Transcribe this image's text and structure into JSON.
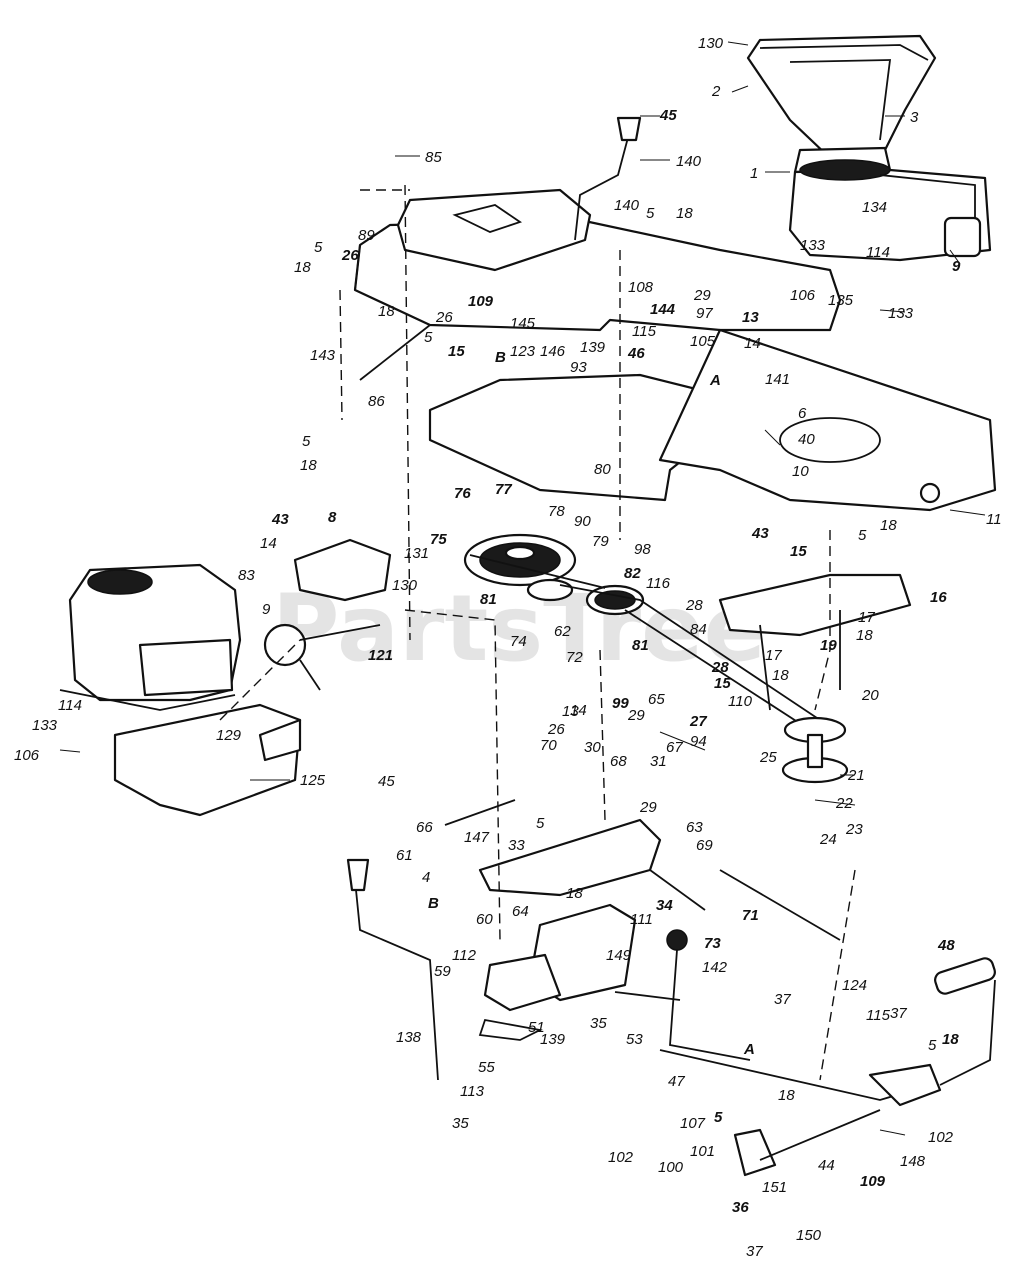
{
  "watermark": "PartsTree",
  "section_markers": [
    "A",
    "B"
  ],
  "callouts": [
    {
      "id": "c1",
      "text": "130"
    },
    {
      "id": "c2",
      "text": "2"
    },
    {
      "id": "c3",
      "text": "3"
    },
    {
      "id": "c4",
      "text": "45"
    },
    {
      "id": "c5",
      "text": "140"
    },
    {
      "id": "c6",
      "text": "85"
    },
    {
      "id": "c7",
      "text": "1"
    },
    {
      "id": "c8",
      "text": "134"
    },
    {
      "id": "c9",
      "text": "9"
    },
    {
      "id": "c10",
      "text": "114"
    },
    {
      "id": "c11",
      "text": "133"
    },
    {
      "id": "c12",
      "text": "106"
    },
    {
      "id": "c13",
      "text": "135"
    },
    {
      "id": "c14",
      "text": "133"
    },
    {
      "id": "c15",
      "text": "18"
    },
    {
      "id": "c16",
      "text": "5"
    },
    {
      "id": "c17",
      "text": "89"
    },
    {
      "id": "c18",
      "text": "26"
    },
    {
      "id": "c19",
      "text": "140"
    },
    {
      "id": "c20",
      "text": "5"
    },
    {
      "id": "c21",
      "text": "18"
    },
    {
      "id": "c22",
      "text": "109"
    },
    {
      "id": "c23",
      "text": "108"
    },
    {
      "id": "c24",
      "text": "29"
    },
    {
      "id": "c25",
      "text": "97"
    },
    {
      "id": "c26",
      "text": "13"
    },
    {
      "id": "c27",
      "text": "144"
    },
    {
      "id": "c28",
      "text": "115"
    },
    {
      "id": "c29",
      "text": "105"
    },
    {
      "id": "c30",
      "text": "14"
    },
    {
      "id": "c31",
      "text": "145"
    },
    {
      "id": "c32",
      "text": "123"
    },
    {
      "id": "c33",
      "text": "146"
    },
    {
      "id": "c34",
      "text": "139"
    },
    {
      "id": "c35",
      "text": "46"
    },
    {
      "id": "c36",
      "text": "18"
    },
    {
      "id": "c37",
      "text": "26"
    },
    {
      "id": "c38",
      "text": "5"
    },
    {
      "id": "c39",
      "text": "143"
    },
    {
      "id": "c40",
      "text": "15"
    },
    {
      "id": "c41",
      "text": "B"
    },
    {
      "id": "c42",
      "text": "93"
    },
    {
      "id": "c43",
      "text": "A"
    },
    {
      "id": "c44",
      "text": "141"
    },
    {
      "id": "c45",
      "text": "6"
    },
    {
      "id": "c46",
      "text": "40"
    },
    {
      "id": "c47",
      "text": "10"
    },
    {
      "id": "c48",
      "text": "86"
    },
    {
      "id": "c49",
      "text": "5"
    },
    {
      "id": "c50",
      "text": "18"
    },
    {
      "id": "c51",
      "text": "11"
    },
    {
      "id": "c52",
      "text": "43"
    },
    {
      "id": "c53",
      "text": "8"
    },
    {
      "id": "c54",
      "text": "14"
    },
    {
      "id": "c55",
      "text": "131"
    },
    {
      "id": "c56",
      "text": "76"
    },
    {
      "id": "c57",
      "text": "77"
    },
    {
      "id": "c58",
      "text": "80"
    },
    {
      "id": "c59",
      "text": "90"
    },
    {
      "id": "c60",
      "text": "78"
    },
    {
      "id": "c61",
      "text": "75"
    },
    {
      "id": "c62",
      "text": "79"
    },
    {
      "id": "c63",
      "text": "98"
    },
    {
      "id": "c64",
      "text": "82"
    },
    {
      "id": "c65",
      "text": "116"
    },
    {
      "id": "c66",
      "text": "43"
    },
    {
      "id": "c67",
      "text": "15"
    },
    {
      "id": "c68",
      "text": "5"
    },
    {
      "id": "c69",
      "text": "18"
    },
    {
      "id": "c70",
      "text": "16"
    },
    {
      "id": "c71",
      "text": "83"
    },
    {
      "id": "c72",
      "text": "9"
    },
    {
      "id": "c73",
      "text": "130"
    },
    {
      "id": "c74",
      "text": "121"
    },
    {
      "id": "c75",
      "text": "81"
    },
    {
      "id": "c76",
      "text": "74"
    },
    {
      "id": "c77",
      "text": "62"
    },
    {
      "id": "c78",
      "text": "72"
    },
    {
      "id": "c79",
      "text": "28"
    },
    {
      "id": "c80",
      "text": "84"
    },
    {
      "id": "c81",
      "text": "81"
    },
    {
      "id": "c82",
      "text": "17"
    },
    {
      "id": "c83",
      "text": "18"
    },
    {
      "id": "c84",
      "text": "17"
    },
    {
      "id": "c85",
      "text": "18"
    },
    {
      "id": "c86",
      "text": "19"
    },
    {
      "id": "c87",
      "text": "20"
    },
    {
      "id": "c88",
      "text": "114"
    },
    {
      "id": "c89",
      "text": "133"
    },
    {
      "id": "c90",
      "text": "106"
    },
    {
      "id": "c91",
      "text": "129"
    },
    {
      "id": "c92",
      "text": "125"
    },
    {
      "id": "c93",
      "text": "13"
    },
    {
      "id": "c94",
      "text": "14"
    },
    {
      "id": "c95",
      "text": "26"
    },
    {
      "id": "c96",
      "text": "99"
    },
    {
      "id": "c97",
      "text": "29"
    },
    {
      "id": "c98",
      "text": "65"
    },
    {
      "id": "c99",
      "text": "28"
    },
    {
      "id": "c100",
      "text": "15"
    },
    {
      "id": "c101",
      "text": "110"
    },
    {
      "id": "c102",
      "text": "27"
    },
    {
      "id": "c103",
      "text": "94"
    },
    {
      "id": "c104",
      "text": "25"
    },
    {
      "id": "c105",
      "text": "21"
    },
    {
      "id": "c106",
      "text": "70"
    },
    {
      "id": "c107",
      "text": "30"
    },
    {
      "id": "c108",
      "text": "68"
    },
    {
      "id": "c109",
      "text": "67"
    },
    {
      "id": "c110",
      "text": "31"
    },
    {
      "id": "c111",
      "text": "29"
    },
    {
      "id": "c112",
      "text": "22"
    },
    {
      "id": "c113",
      "text": "23"
    },
    {
      "id": "c114",
      "text": "24"
    },
    {
      "id": "c115",
      "text": "45"
    },
    {
      "id": "c116",
      "text": "66"
    },
    {
      "id": "c117",
      "text": "5"
    },
    {
      "id": "c118",
      "text": "63"
    },
    {
      "id": "c119",
      "text": "69"
    },
    {
      "id": "c120",
      "text": "61"
    },
    {
      "id": "c121",
      "text": "147"
    },
    {
      "id": "c122",
      "text": "33"
    },
    {
      "id": "c123",
      "text": "4"
    },
    {
      "id": "c124",
      "text": "18"
    },
    {
      "id": "c125",
      "text": "B"
    },
    {
      "id": "c126",
      "text": "64"
    },
    {
      "id": "c127",
      "text": "111"
    },
    {
      "id": "c128",
      "text": "34"
    },
    {
      "id": "c129",
      "text": "71"
    },
    {
      "id": "c130",
      "text": "60"
    },
    {
      "id": "c131",
      "text": "73"
    },
    {
      "id": "c132",
      "text": "48"
    },
    {
      "id": "c133",
      "text": "112"
    },
    {
      "id": "c134",
      "text": "149"
    },
    {
      "id": "c135",
      "text": "142"
    },
    {
      "id": "c136",
      "text": "59"
    },
    {
      "id": "c137",
      "text": "35"
    },
    {
      "id": "c138",
      "text": "51"
    },
    {
      "id": "c139",
      "text": "124"
    },
    {
      "id": "c140",
      "text": "37"
    },
    {
      "id": "c141",
      "text": "115"
    },
    {
      "id": "c142",
      "text": "37"
    },
    {
      "id": "c143",
      "text": "138"
    },
    {
      "id": "c144",
      "text": "139"
    },
    {
      "id": "c145",
      "text": "53"
    },
    {
      "id": "c146",
      "text": "55"
    },
    {
      "id": "c147",
      "text": "A"
    },
    {
      "id": "c148",
      "text": "5"
    },
    {
      "id": "c149",
      "text": "18"
    },
    {
      "id": "c150",
      "text": "113"
    },
    {
      "id": "c151",
      "text": "47"
    },
    {
      "id": "c152",
      "text": "18"
    },
    {
      "id": "c153",
      "text": "35"
    },
    {
      "id": "c154",
      "text": "107"
    },
    {
      "id": "c155",
      "text": "5"
    },
    {
      "id": "c156",
      "text": "102"
    },
    {
      "id": "c157",
      "text": "102"
    },
    {
      "id": "c158",
      "text": "101"
    },
    {
      "id": "c159",
      "text": "100"
    },
    {
      "id": "c160",
      "text": "148"
    },
    {
      "id": "c161",
      "text": "44"
    },
    {
      "id": "c162",
      "text": "109"
    },
    {
      "id": "c163",
      "text": "151"
    },
    {
      "id": "c164",
      "text": "36"
    },
    {
      "id": "c165",
      "text": "150"
    },
    {
      "id": "c166",
      "text": "37"
    }
  ]
}
